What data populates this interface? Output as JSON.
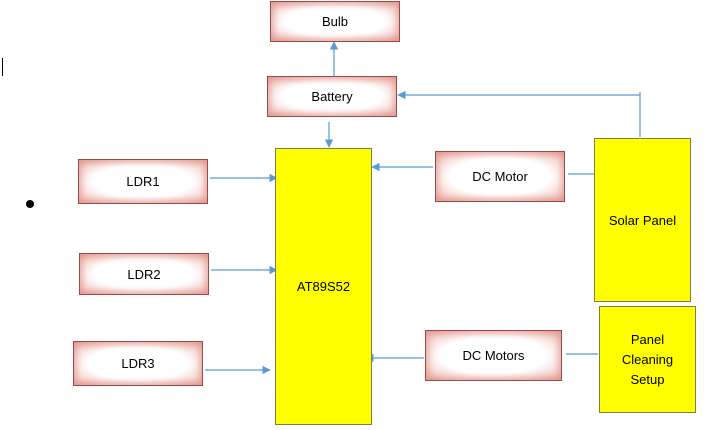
{
  "diagram": {
    "blocks": {
      "bulb": "Bulb",
      "battery": "Battery",
      "ldr1": "LDR1",
      "ldr2": "LDR2",
      "ldr3": "LDR3",
      "mcu": "AT89S52",
      "dc_motor": "DC Motor",
      "dc_motors": "DC Motors",
      "solar_panel": "Solar Panel",
      "cleaning_setup": [
        "Panel",
        "Cleaning",
        "Setup"
      ]
    },
    "colors": {
      "arrow": "#5b9bd5",
      "controller_fill": "#ffff00",
      "block_border": "#9b4a4a"
    }
  }
}
